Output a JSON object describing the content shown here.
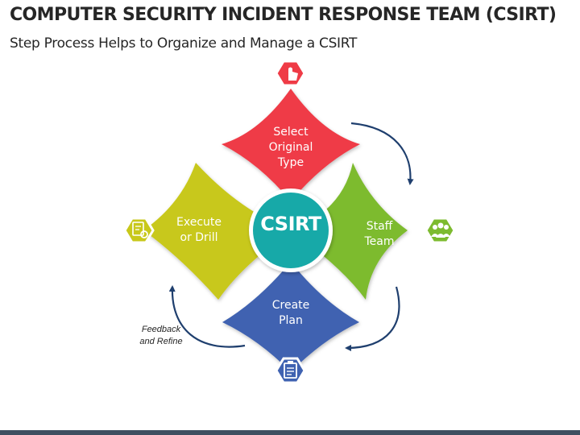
{
  "header": {
    "title": "COMPUTER SECURITY INCIDENT RESPONSE TEAM (CSIRT)",
    "subtitle": "Step Process Helps to Organize and Manage a CSIRT"
  },
  "center": {
    "label": "CSIRT",
    "color": "#17a9a8"
  },
  "steps": [
    {
      "id": "top",
      "lines": [
        "Select",
        "Original",
        "Type"
      ],
      "color": "#ef3b46",
      "icon": "hand-pointer-icon"
    },
    {
      "id": "right",
      "lines": [
        "Staff",
        "Team"
      ],
      "color": "#7dbb2f",
      "icon": "team-icon"
    },
    {
      "id": "bottom",
      "lines": [
        "Create",
        "Plan"
      ],
      "color": "#3f62b1",
      "icon": "clipboard-icon"
    },
    {
      "id": "left",
      "lines": [
        "Execute",
        "or Drill"
      ],
      "color": "#c8c81a",
      "icon": "checklist-gear-icon"
    }
  ],
  "note": {
    "lines": [
      "Feedback",
      "and Refine"
    ]
  },
  "arrow_color": "#1f3f6e"
}
